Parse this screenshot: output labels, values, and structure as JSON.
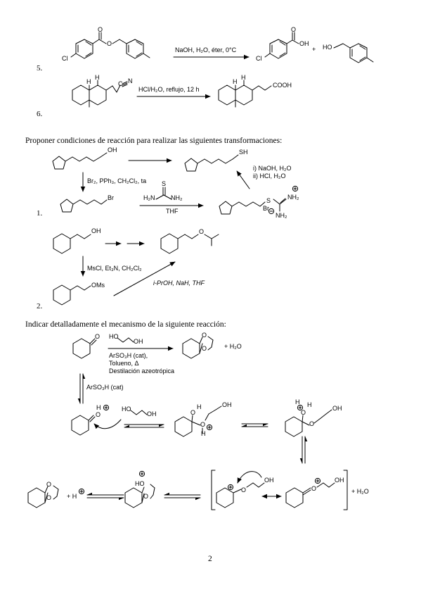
{
  "problem5": {
    "number": "5.",
    "conditions": "NaOH, H₂O, éter, 0°C",
    "labels": {
      "cl_left": "Cl",
      "o_carbonyl": "O",
      "o_ester": "O",
      "cl_right": "Cl",
      "o_acid": "O",
      "oh_acid": "OH",
      "plus": "+",
      "ho_alcohol": "HO"
    }
  },
  "problem6": {
    "number": "6.",
    "conditions": "HCl/H₂O, reflujo, 12 h",
    "labels": {
      "h1": "H",
      "h2": "H",
      "nitrile": "C",
      "nitrile_n": "N",
      "h3": "H",
      "h4": "H",
      "product_group": "COOH"
    }
  },
  "section_conditions": {
    "heading": "Proponer condiciones de reacción para realizar las siguientes transformaciones:",
    "item1": {
      "number": "1.",
      "oh": "OH",
      "sh": "SH",
      "step1": "Br₂, PPh₃, CH₂Cl₂, ta",
      "br": "Br",
      "thiourea_s": "S",
      "thiourea_h2n": "H₂N",
      "thiourea_nh2": "NH₂",
      "step2": "THF",
      "step3a": "i) NaOH, H₂O",
      "step3b": "ii) HCl, H₂O",
      "salt_s": "S",
      "salt_nh2_top": "NH₂",
      "salt_nh2_bottom": "NH₂",
      "salt_br": "Br",
      "plus_charge": "+",
      "minus_charge": "−"
    },
    "item2": {
      "number": "2.",
      "oh": "OH",
      "o_ether": "O",
      "step1": "MsCl, Et₃N, CH₂Cl₂",
      "oms": "OMs",
      "step2": "i-PrOH, NaH, THF"
    }
  },
  "section_mechanism": {
    "heading": "Indicar detalladamente el mecanismo de la siguiente reacción:",
    "top": {
      "ketone_o": "O",
      "diol_ho": "HO",
      "diol_oh": "OH",
      "cond1": "ArSO₃H (cat),",
      "cond2": "Tolueno, Δ",
      "cond3": "Destilación azeotrópica",
      "ketal_o1": "O",
      "ketal_o2": "O",
      "plus_water": "+ H₂O"
    },
    "vertical_cond": "ArSO₃H (cat)",
    "row2": {
      "protonated_h": "H",
      "protonated_o": "O",
      "diol_ho": "HO",
      "diol_oh": "OH",
      "int1_o_top": "O",
      "int1_h_top": "H",
      "int1_oh": "OH",
      "int1_o_plus": "O",
      "int1_h_bottom": "H",
      "int2_h_left": "H",
      "int2_o": "O",
      "int2_h_right": "H",
      "int2_o_ether": "O",
      "int2_oh": "OH"
    },
    "row3": {
      "ketal_o1": "O",
      "ketal_o2": "O",
      "plus_h": "+ H",
      "prot_ketal_ho": "HO",
      "prot_ketal_o": "O",
      "oxo1_o": "O",
      "oxo1_oh": "OH",
      "oxo2_o": "O",
      "oxo2_oh": "OH",
      "plus_water": "+ H₂O"
    }
  },
  "page_number": "2"
}
